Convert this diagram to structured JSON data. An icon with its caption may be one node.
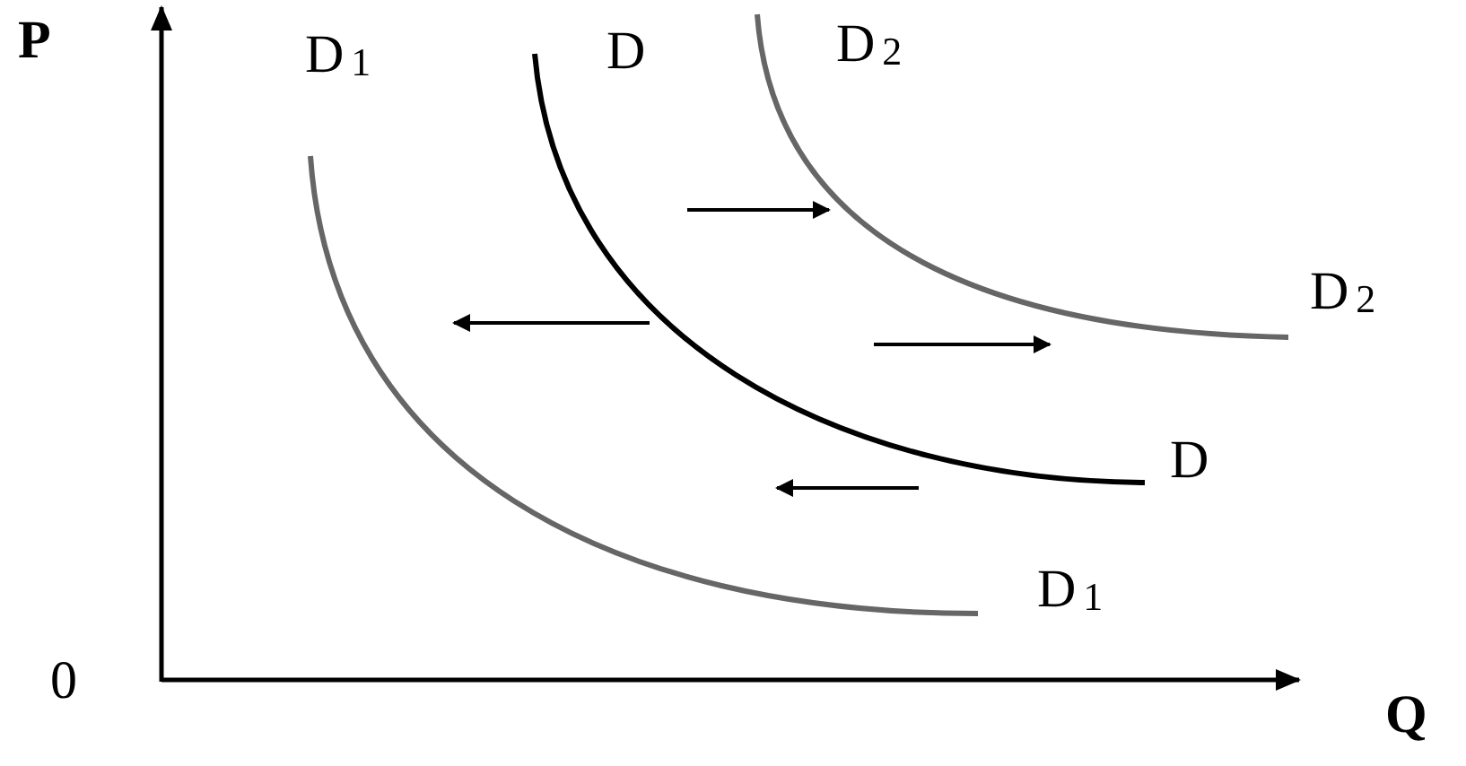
{
  "diagram": {
    "labels": [
      "P",
      "D$_{1}$",
      "D",
      "D$_{2}$",
      "D$_{2}$",
      "D",
      "D$_{1}$",
      "0",
      "Q"
    ]
  }
}
